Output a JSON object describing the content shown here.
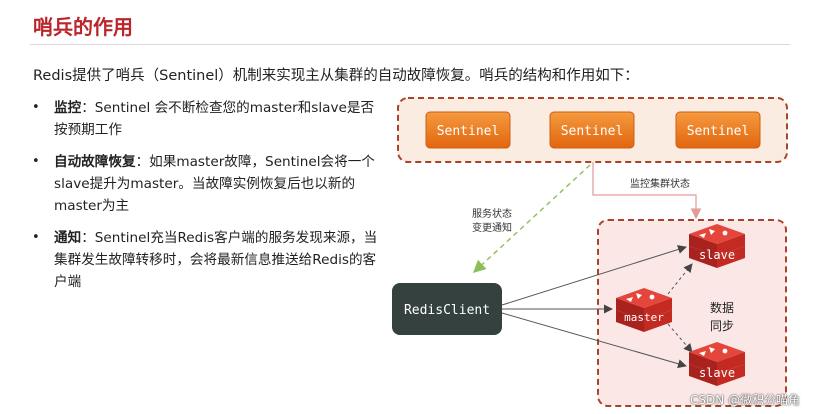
{
  "title": "哨兵的作用",
  "intro": "Redis提供了哨兵（Sentinel）机制来实现主从集群的自动故障恢复。哨兵的结构和作用如下：",
  "bullets": [
    {
      "term": "监控",
      "text": "：Sentinel 会不断检查您的master和slave是否按预期工作"
    },
    {
      "term": "自动故障恢复",
      "text": "：如果master故障，Sentinel会将一个slave提升为master。当故障实例恢复后也以新的master为主"
    },
    {
      "term": "通知",
      "text": "：Sentinel充当Redis客户端的服务发现来源，当集群发生故障转移时，会将最新信息推送给Redis的客户端"
    }
  ],
  "bullet_marker": "•",
  "diagram": {
    "sentinels": [
      "Sentinel",
      "Sentinel",
      "Sentinel"
    ],
    "client": "RedisClient",
    "master": "master",
    "slaves": [
      "slave",
      "slave"
    ],
    "labels": {
      "monitor": "监控集群状态",
      "notify_line1": "服务状态",
      "notify_line2": "变更通知",
      "sync_line1": "数据",
      "sync_line2": "同步"
    },
    "colors": {
      "sentinel_fill": "#ee7a1f",
      "cluster_border": "#a8442b",
      "cluster_fill": "#fbe8e6",
      "sentinel_group_fill": "#fbece2",
      "client_fill": "#34413f",
      "redis_red": "#d32f2f",
      "title": "#b9262b"
    }
  },
  "watermark": "CSDN @微积分喵角"
}
